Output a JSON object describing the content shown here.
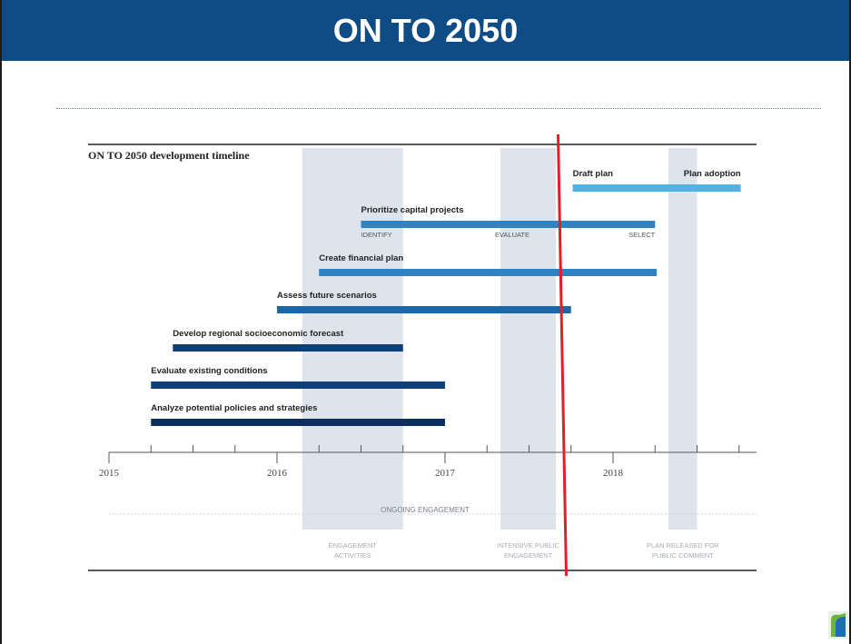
{
  "header": {
    "title": "ON TO 2050"
  },
  "colors": {
    "header_bg": "#0f4c86",
    "band": "#dde4ec",
    "bar_darkest": "#0b2e5e",
    "bar_dark": "#0e3f79",
    "bar_mid": "#1c67a7",
    "bar_mid_light": "#2f82c3",
    "bar_light": "#4fb3e6",
    "current_marker": "#e31e24"
  },
  "chart_data": {
    "type": "gantt",
    "title": "ON TO 2050 development timeline",
    "x_axis": {
      "range": [
        2015.0,
        2018.8
      ],
      "tick_labels": [
        "2015",
        "2016",
        "2017",
        "2018"
      ]
    },
    "tasks": [
      {
        "label": "Draft plan",
        "start": 2017.76,
        "end": 2018.3,
        "color_key": "bar_light"
      },
      {
        "label": "Plan adoption",
        "start": 2018.3,
        "end": 2018.76,
        "color_key": "bar_light"
      },
      {
        "label": "Prioritize capital projects",
        "start": 2016.5,
        "end": 2018.25,
        "color_key": "bar_mid_light",
        "phases": [
          {
            "label": "IDENTIFY",
            "at": 2016.5
          },
          {
            "label": "EVALUATE",
            "at": 2017.4
          },
          {
            "label": "SELECT",
            "at": 2018.1
          }
        ]
      },
      {
        "label": "Create financial plan",
        "start": 2016.25,
        "end": 2018.26,
        "color_key": "bar_mid_light"
      },
      {
        "label": "Assess future scenarios",
        "start": 2016.0,
        "end": 2017.75,
        "color_key": "bar_mid"
      },
      {
        "label": "Develop regional socioeconomic forecast",
        "start": 2015.38,
        "end": 2016.75,
        "color_key": "bar_dark"
      },
      {
        "label": "Evaluate existing conditions",
        "start": 2015.25,
        "end": 2017.0,
        "color_key": "bar_dark"
      },
      {
        "label": "Analyze potential policies and strategies",
        "start": 2015.25,
        "end": 2017.0,
        "color_key": "bar_darkest"
      }
    ],
    "highlight_bands": [
      {
        "label": "ENGAGEMENT ACTIVITIES",
        "start": 2016.15,
        "end": 2016.75
      },
      {
        "label": "INTENSIVE PUBLIC ENGAGEMENT",
        "start": 2017.33,
        "end": 2017.66
      },
      {
        "label": "PLAN RELEASED FOR PUBLIC COMMENT",
        "start": 2018.33,
        "end": 2018.5
      }
    ],
    "ongoing": {
      "label": "ONGOING ENGAGEMENT"
    },
    "current_marker": {
      "at": 2017.7
    }
  }
}
